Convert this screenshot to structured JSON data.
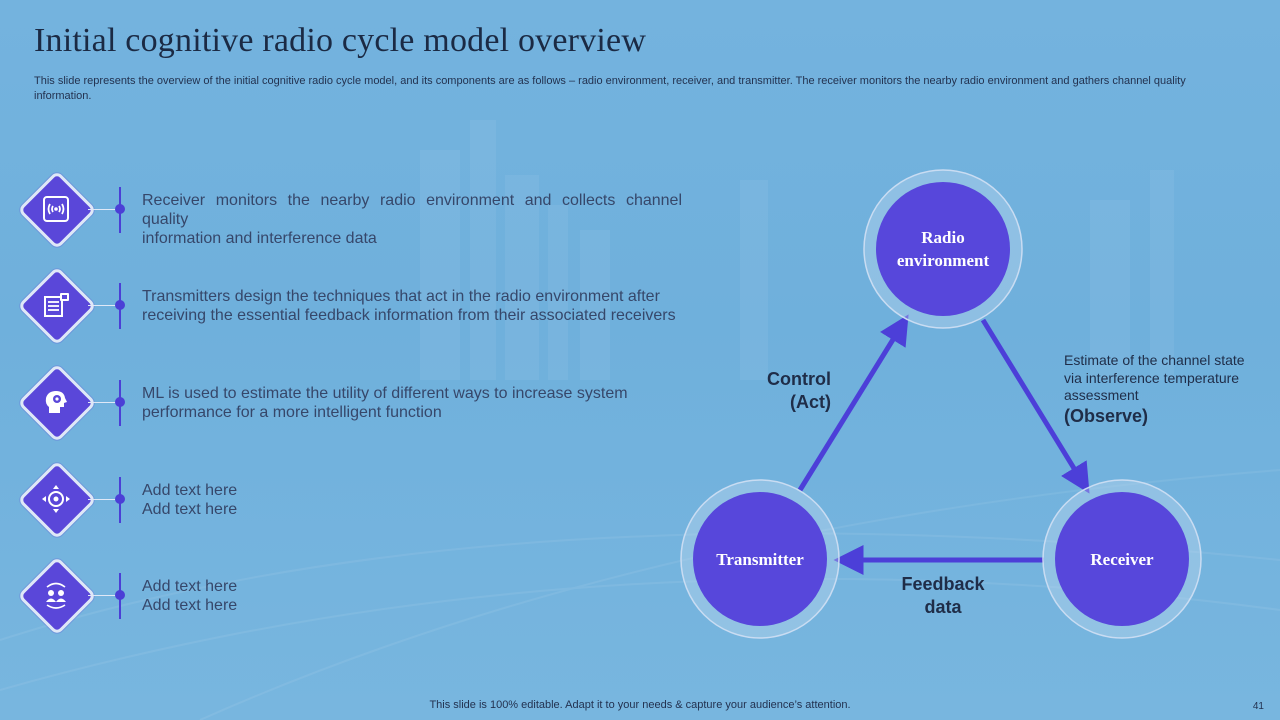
{
  "title": "Initial cognitive radio cycle model overview",
  "subtitle": "This slide represents the overview of the initial cognitive radio cycle model, and its components are as follows – radio environment, receiver, and transmitter. The receiver monitors the nearby radio environment and gathers channel quality information.",
  "items": [
    {
      "icon": "sound-wave-icon",
      "lines": [
        "Receiver monitors the nearby radio environment  and collects channel  quality",
        "information and interference data"
      ]
    },
    {
      "icon": "document-chart-icon",
      "lines": [
        "Transmitters  design the techniques  that act in the radio environment  after",
        "receiving the essential feedback information  from their associated receivers"
      ]
    },
    {
      "icon": "head-gear-icon",
      "lines": [
        "ML is used to estimate the utility  of different  ways to increase system",
        "performance  for a more intelligent function"
      ]
    },
    {
      "icon": "target-arrows-icon",
      "lines": [
        "Add text here",
        "Add text here"
      ]
    },
    {
      "icon": "people-cycle-icon",
      "lines": [
        "Add text here",
        "Add text here"
      ]
    }
  ],
  "diagram": {
    "nodes": {
      "radio": [
        "Radio",
        "environment"
      ],
      "transmitter": "Transmitter",
      "receiver": "Receiver"
    },
    "control": [
      "Control",
      "(Act)"
    ],
    "feedback": [
      "Feedback",
      "data"
    ],
    "observe_note": [
      "Estimate of the channel state",
      "via interference temperature",
      "assessment"
    ],
    "observe_label": "(Observe)"
  },
  "colors": {
    "node": "#5747db",
    "node_ring": "#c9dcf2",
    "arrow": "#4c3fd8"
  },
  "footer": "This slide is 100% editable. Adapt it to your needs & capture your audience’s attention.",
  "page_number": "41"
}
